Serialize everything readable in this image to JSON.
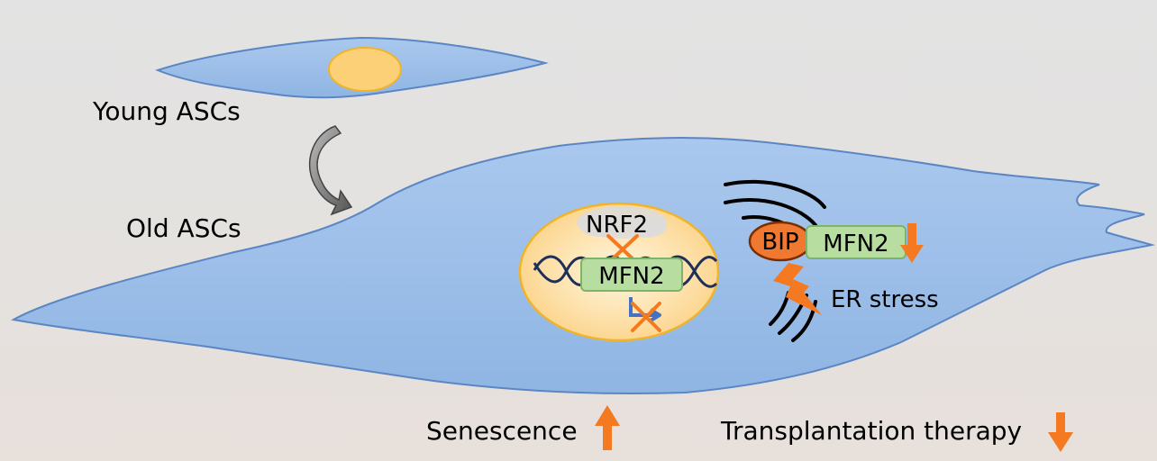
{
  "labels": {
    "young": "Young ASCs",
    "old": "Old ASCs",
    "nrf2": "NRF2",
    "mfn2_nucleus": "MFN2",
    "bip": "BIP",
    "mfn2_er": "MFN2",
    "er_stress": "ER stress",
    "senescence": "Senescence",
    "transplantation": "Transplantation therapy"
  },
  "colors": {
    "cell_fill": "#9bbde6",
    "cell_stroke": "#5b86c4",
    "nucleus_fill": "#fde3a5",
    "nucleus_stroke": "#f0b429",
    "orange": "#f47920",
    "green_box": "#b7dea0",
    "green_stroke": "#7fb36a",
    "bip_fill": "#f07830",
    "dna": "#1f2f5a",
    "er_lines": "#000000",
    "promoter": "#4472c4"
  },
  "icons": {
    "cell_cycle_arrow": "curved-arrow-down-icon",
    "inhibition": "x-mark-icon",
    "increase": "arrow-up-icon",
    "decrease": "arrow-down-icon",
    "stress": "lightning-bolt-icon"
  }
}
